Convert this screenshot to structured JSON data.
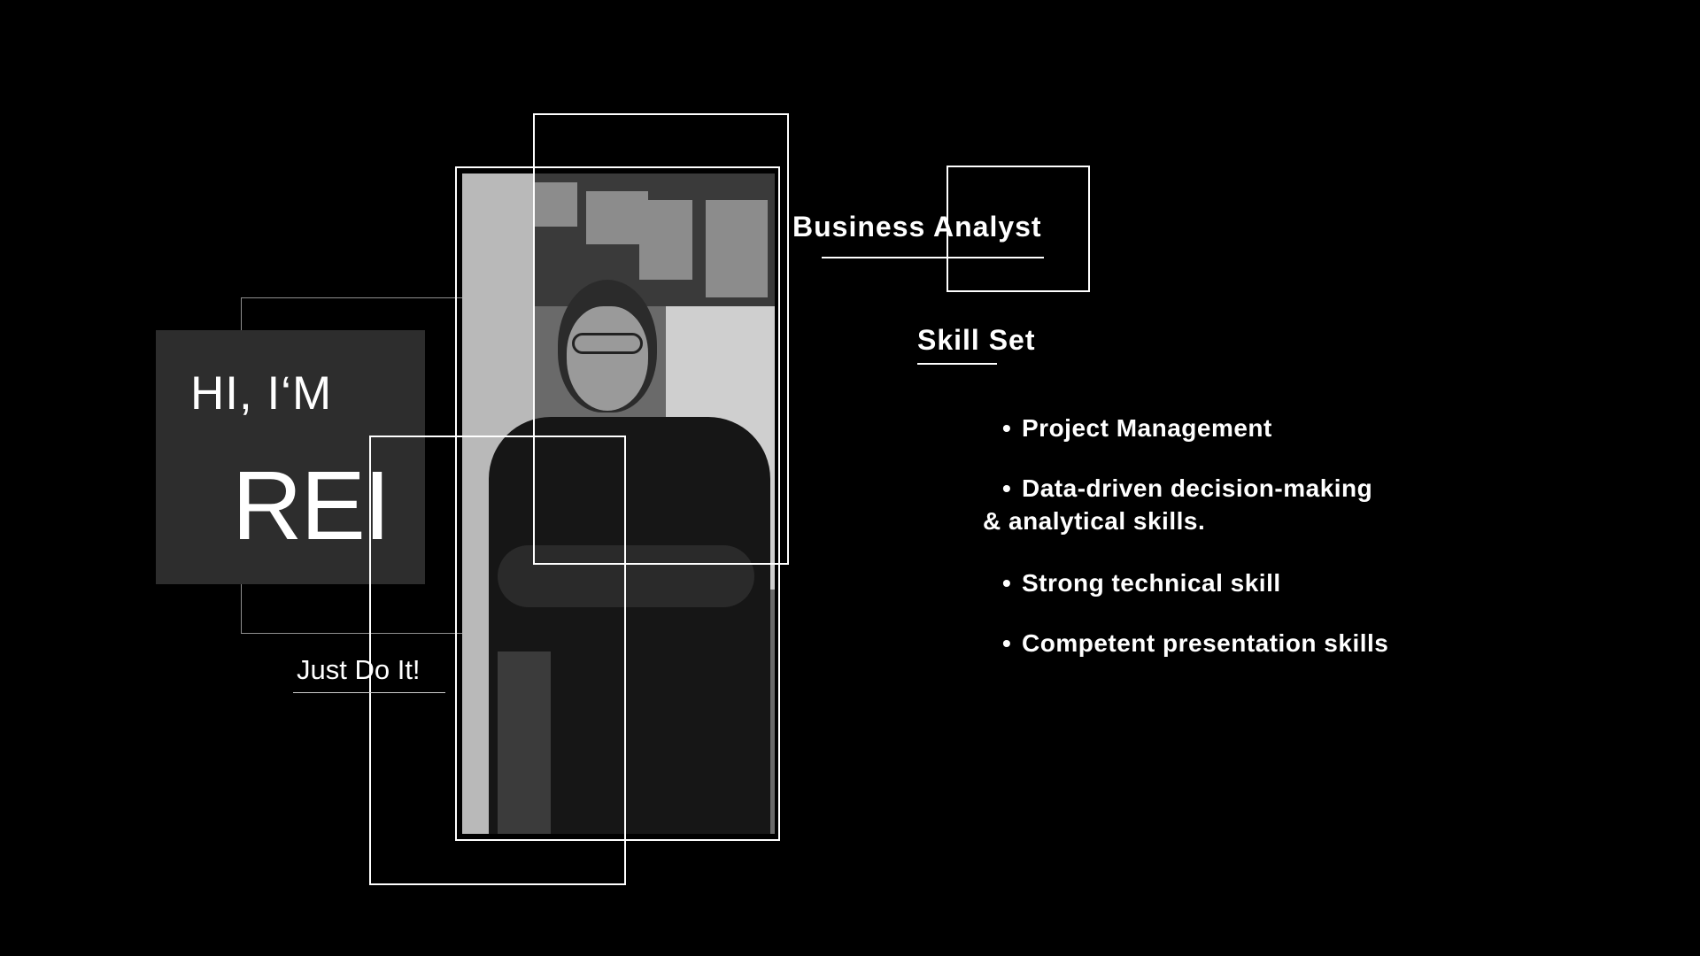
{
  "intro": {
    "greeting": "HI, I‘M",
    "name": "REI",
    "motto": "Just Do It!"
  },
  "profile": {
    "role": "Business Analyst"
  },
  "skills": {
    "heading": "Skill Set",
    "items": [
      {
        "bullet": "•",
        "text": "Project Management"
      },
      {
        "bullet": "•",
        "text": "Data-driven decision-making",
        "continuation": "& analytical skills."
      },
      {
        "bullet": "•",
        "text": "Strong technical skill"
      },
      {
        "bullet": "•",
        "text": "Competent presentation skills"
      }
    ]
  },
  "colors": {
    "background": "#000000",
    "text": "#ffffff",
    "intro_box": "#2d2d2d",
    "thin_frame": "#8f8f8f"
  }
}
